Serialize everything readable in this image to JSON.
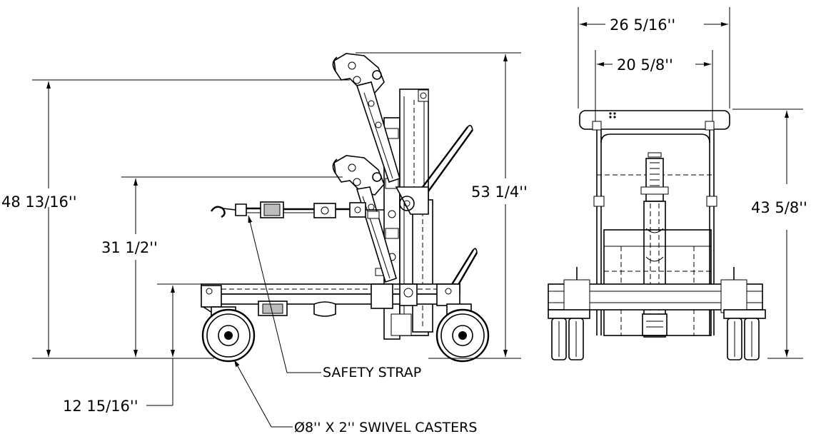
{
  "dimensions": {
    "overall_height_raised": "48 13/16''",
    "max_height": "53 1/4''",
    "lowered_height": "31 1/2''",
    "deck_height": "12 15/16''",
    "overall_width": "26 5/16''",
    "inner_width": "20 5/8''",
    "front_view_height": "43 5/8''"
  },
  "callouts": {
    "safety_strap": "SAFETY STRAP",
    "casters": "Ø8'' X 2'' SWIVEL CASTERS"
  }
}
